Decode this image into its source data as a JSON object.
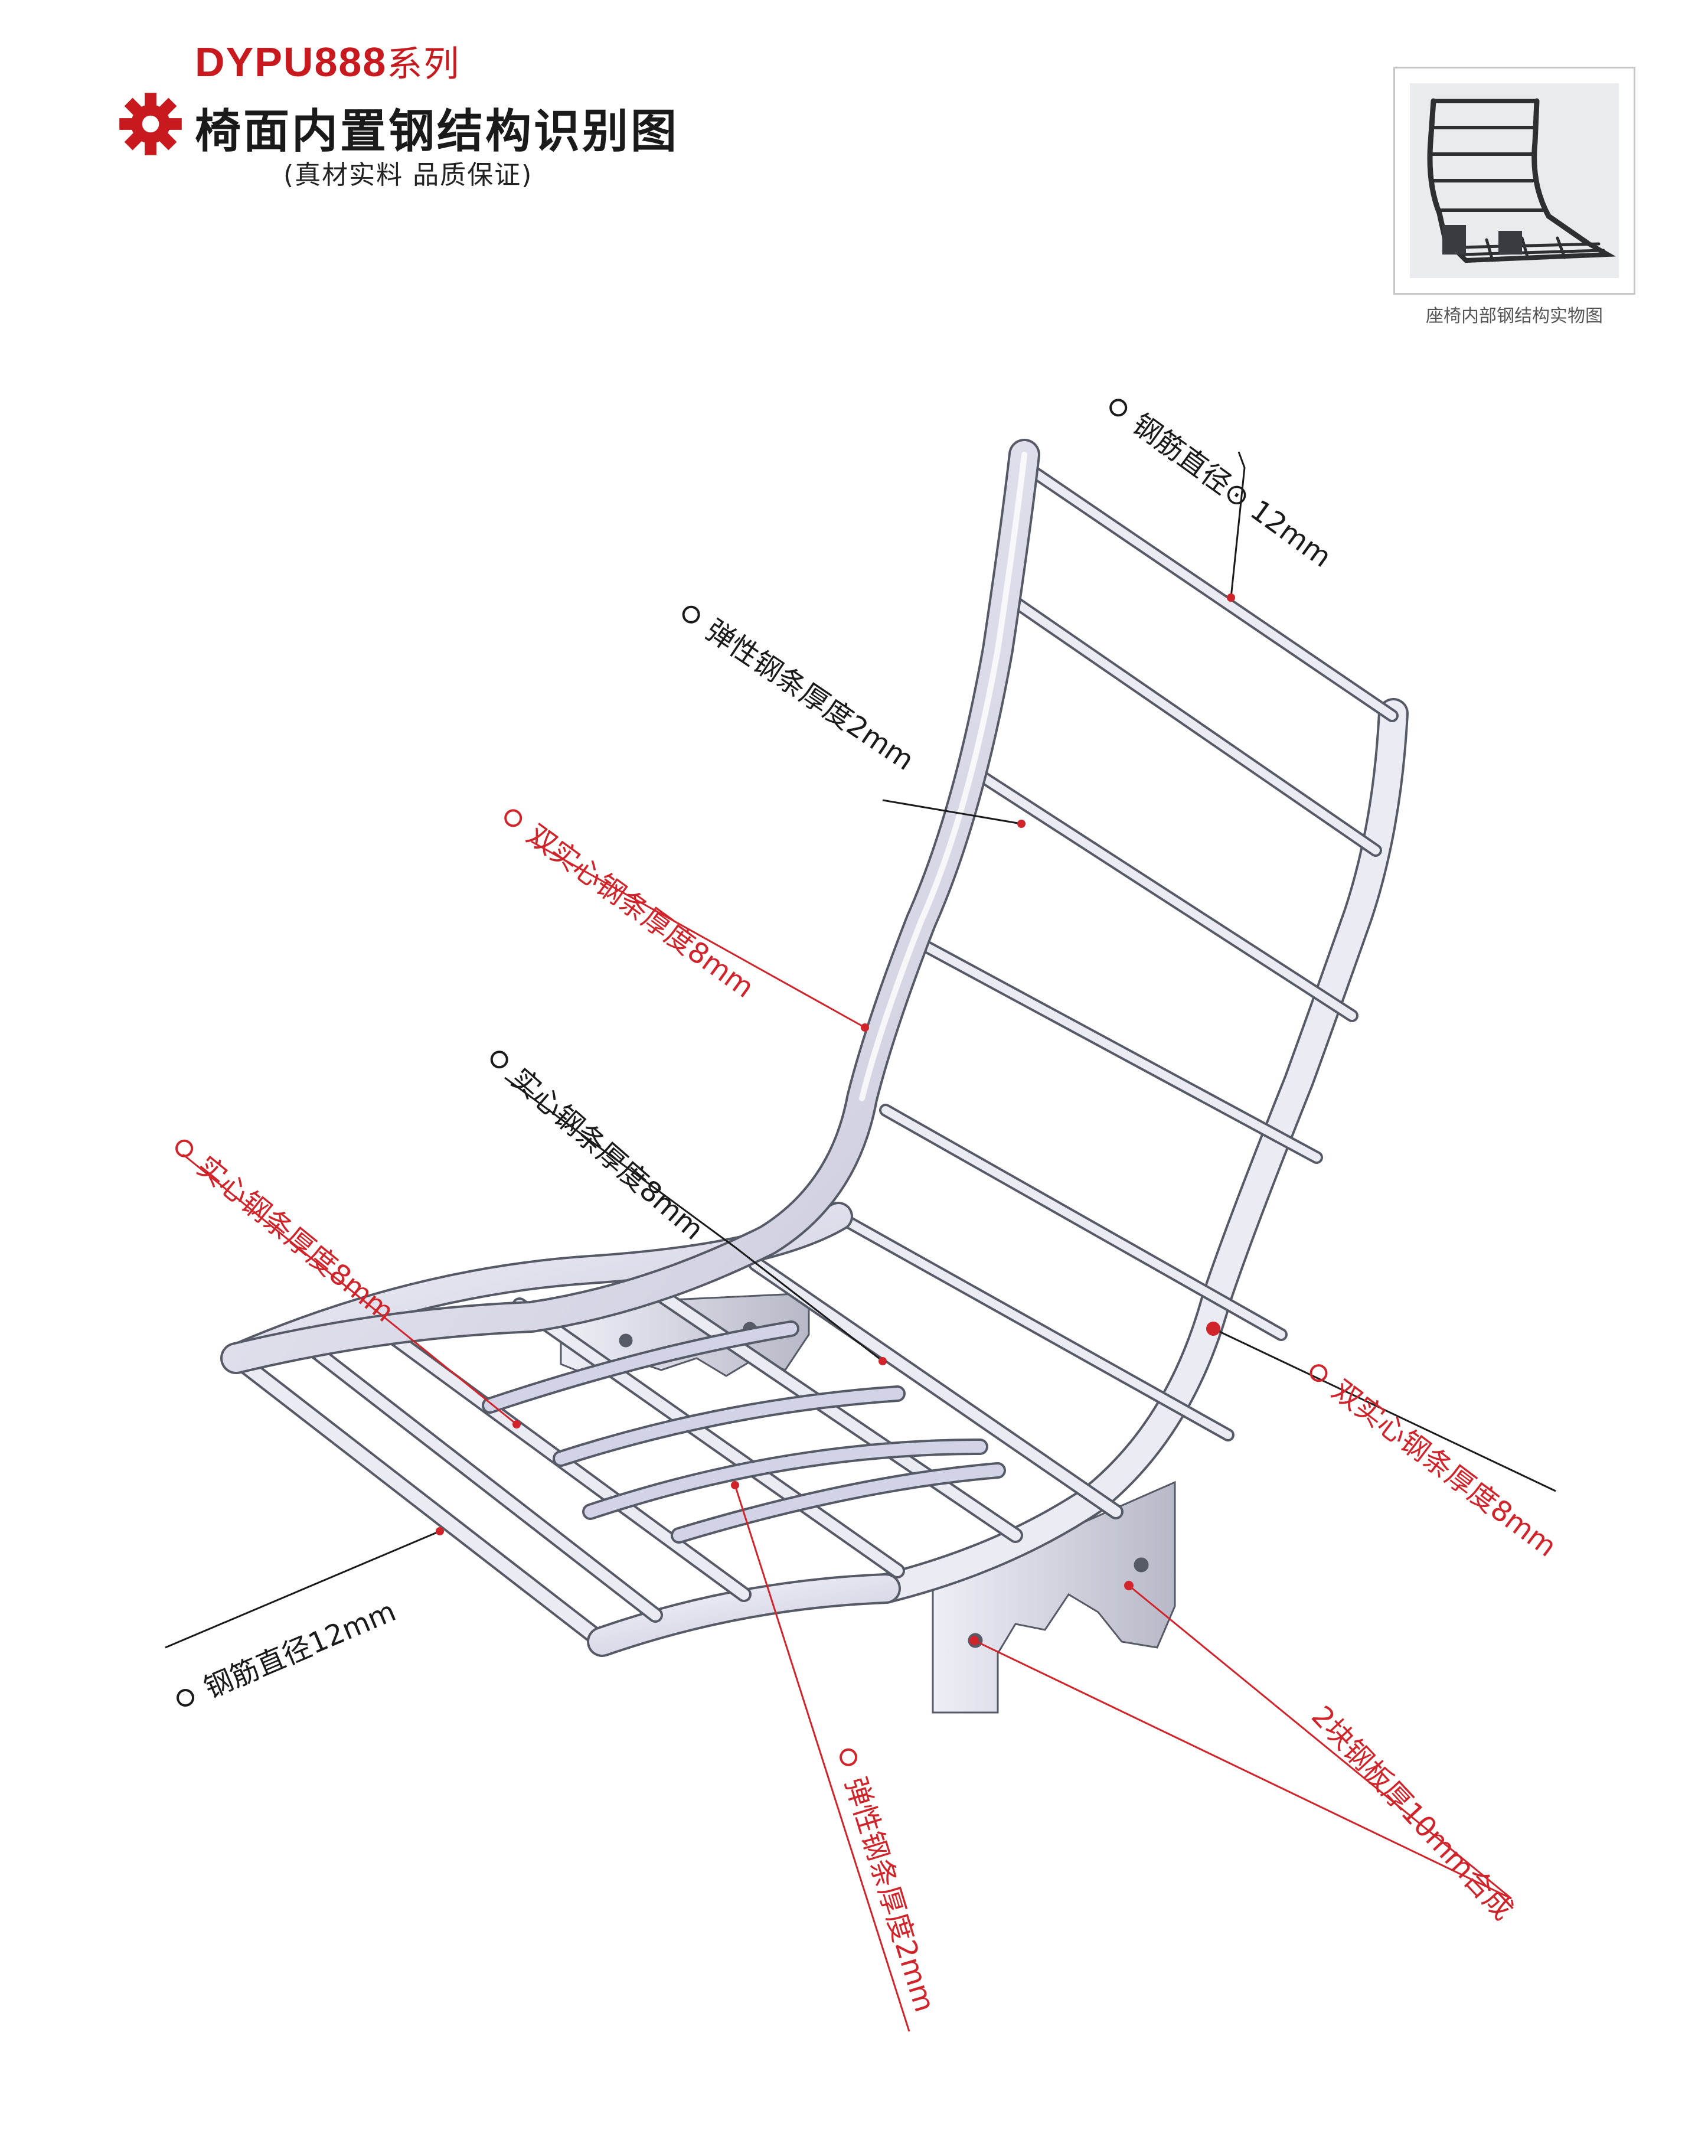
{
  "header": {
    "brand": "DYPU888",
    "brand_suffix": "系列",
    "title": "椅面内置钢结构识别图",
    "subtitle": "(真材实料  品质保证)"
  },
  "photo": {
    "caption": "座椅内部钢结构实物图"
  },
  "callouts": {
    "rebar_top": "钢筋直径⊙ 12mm",
    "spring_back": "弹性钢条厚度2mm",
    "double_left": "双实心钢条厚度8mm",
    "solid_mid": "实心钢条厚度8mm",
    "solid_left": "实心钢条厚度8mm",
    "double_right": "双实心钢条厚度8mm",
    "rebar_front": "钢筋直径12mm",
    "spring_bottom": "弹性钢条厚度2mm",
    "plates": "2块钢板厚10mm合成"
  },
  "colors": {
    "brand_red": "#c8191e",
    "callout_red": "#d1232a",
    "callout_black": "#1a1a1a",
    "frame_fill": "#eeeef6",
    "frame_edge": "#555a66"
  },
  "icons": [
    "gear-icon",
    "callout-circle-icon"
  ]
}
